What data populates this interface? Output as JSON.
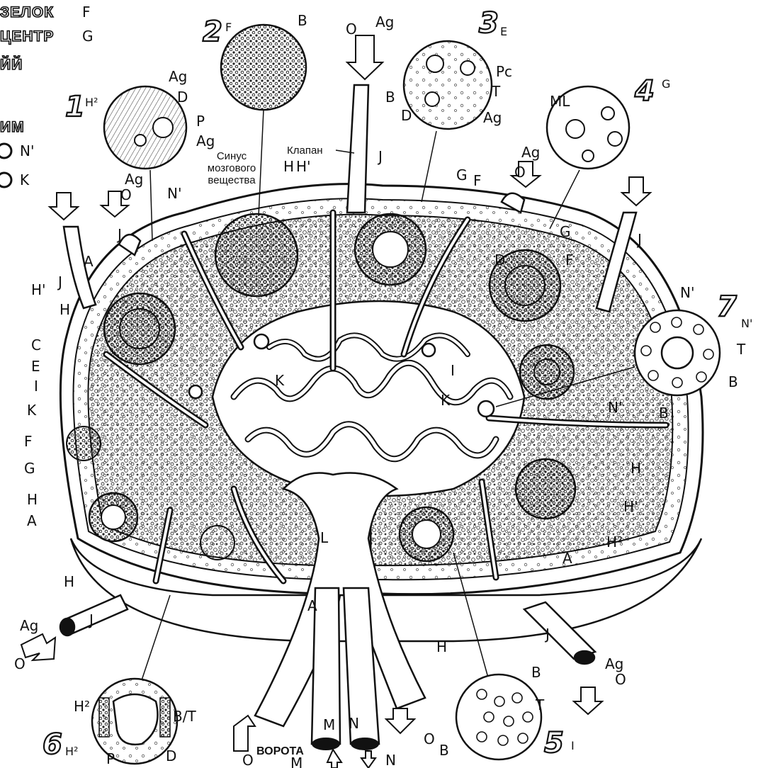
{
  "header_fragments": {
    "line1": "ЗЕЛОК",
    "line1_tag": "F",
    "line2": "ЦЕНТР",
    "line2_tag": "G",
    "line3": "ЙЙ",
    "line4": "ИМ",
    "line5_tag": "N'",
    "line6_tag": "K"
  },
  "printed_labels": {
    "medullary_sinus": [
      "Синус",
      "мозгового",
      "вещества"
    ],
    "valve": "Клапан",
    "hilum": "ВОРОТА"
  },
  "callouts": [
    {
      "num": "1",
      "tag": "H²",
      "labels": [
        "Ag",
        "D",
        "P",
        "Ag"
      ]
    },
    {
      "num": "2",
      "tag": "F",
      "labels": [
        "B"
      ]
    },
    {
      "num": "3",
      "tag": "E",
      "labels": [
        "Pc",
        "T",
        "B",
        "D",
        "Ag"
      ]
    },
    {
      "num": "4",
      "tag": "G",
      "labels": [
        "ML"
      ]
    },
    {
      "num": "5",
      "tag": "I",
      "labels": [
        "B",
        "T",
        "B"
      ]
    },
    {
      "num": "6",
      "tag": "H²",
      "labels": [
        "H²",
        "B/T",
        "P",
        "D"
      ]
    },
    {
      "num": "7",
      "tag": "N'",
      "labels": [
        "N'",
        "T",
        "B",
        "B"
      ]
    }
  ],
  "structure_labels": {
    "A": "A",
    "C": "C",
    "E": "E",
    "F": "F",
    "G": "G",
    "H": "H",
    "H1": "H'",
    "H2": "H²",
    "I": "I",
    "J": "J",
    "K": "K",
    "L": "L",
    "M": "M",
    "N": "N",
    "N1": "N'",
    "O": "O",
    "Ag": "Ag",
    "D": "D"
  },
  "colors": {
    "ink": "#111111",
    "paper": "#ffffff",
    "stipple": "#555555"
  }
}
